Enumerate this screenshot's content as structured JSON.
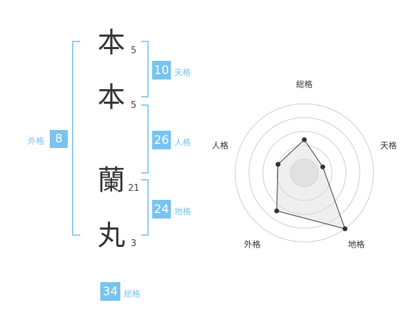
{
  "name": {
    "chars": [
      {
        "char": "本",
        "strokes": "5"
      },
      {
        "char": "本",
        "strokes": "5"
      },
      {
        "char": "蘭",
        "strokes": "21"
      },
      {
        "char": "丸",
        "strokes": "3"
      }
    ]
  },
  "fortune": {
    "tenkaku": {
      "value": "10",
      "label": "天格"
    },
    "jinkaku": {
      "value": "26",
      "label": "人格"
    },
    "chikaku": {
      "value": "24",
      "label": "地格"
    },
    "gaikaku": {
      "value": "8",
      "label": "外格"
    },
    "soukaku": {
      "value": "34",
      "label": "総格"
    }
  },
  "colors": {
    "accent": "#78c3f0",
    "text": "#333333",
    "grid": "#cccccc"
  },
  "chart_data": {
    "type": "radar",
    "axes": [
      "総格",
      "天格",
      "地格",
      "外格",
      "人格"
    ],
    "values": [
      2.4,
      1.4,
      5.0,
      3.4,
      2.0
    ],
    "max": 5,
    "rings": 5
  }
}
